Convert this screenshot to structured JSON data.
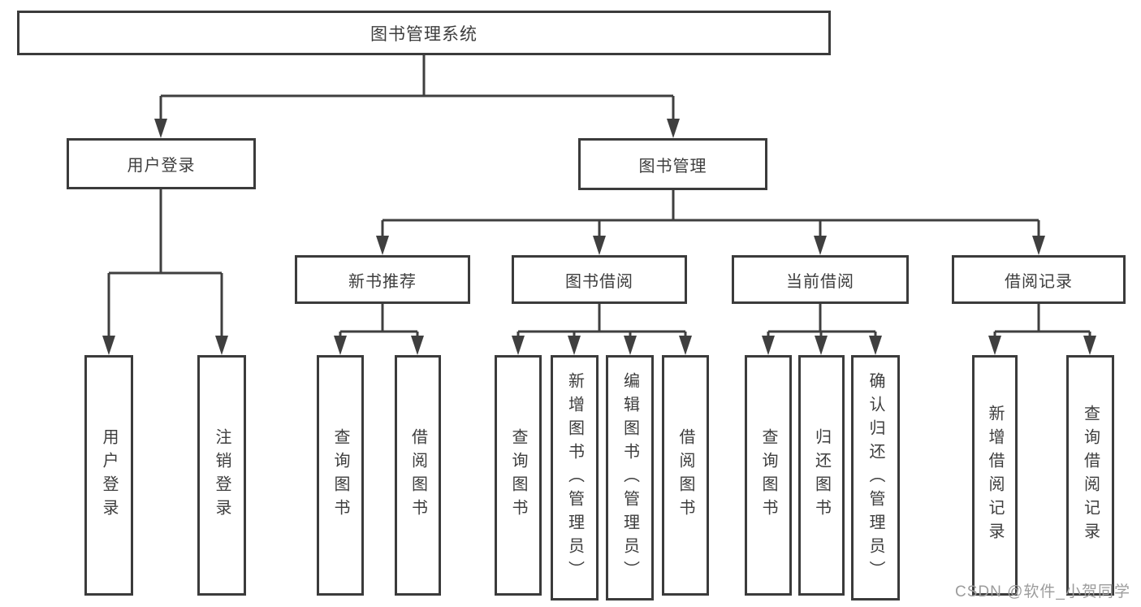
{
  "diagram": {
    "title": "图书管理系统",
    "branches": [
      {
        "label": "用户登录",
        "children": [
          {
            "label": "用户登录"
          },
          {
            "label": "注销登录"
          }
        ]
      },
      {
        "label": "图书管理",
        "groups": [
          {
            "label": "新书推荐",
            "children": [
              {
                "label": "查询图书"
              },
              {
                "label": "借阅图书"
              }
            ]
          },
          {
            "label": "图书借阅",
            "children": [
              {
                "label": "查询图书"
              },
              {
                "label": "新增图书（管理员）"
              },
              {
                "label": "编辑图书（管理员）"
              },
              {
                "label": "借阅图书"
              }
            ]
          },
          {
            "label": "当前借阅",
            "children": [
              {
                "label": "查询图书"
              },
              {
                "label": "归还图书"
              },
              {
                "label": "确认归还（管理员）"
              }
            ]
          },
          {
            "label": "借阅记录",
            "children": [
              {
                "label": "新增借阅记录"
              },
              {
                "label": "查询借阅记录"
              }
            ]
          }
        ]
      }
    ]
  },
  "watermark": "CSDN @软件_小贺同学",
  "colors": {
    "line": "#3f3f3f",
    "text": "#3d3d3d",
    "background": "#ffffff",
    "watermark": "#9c9c9c"
  }
}
